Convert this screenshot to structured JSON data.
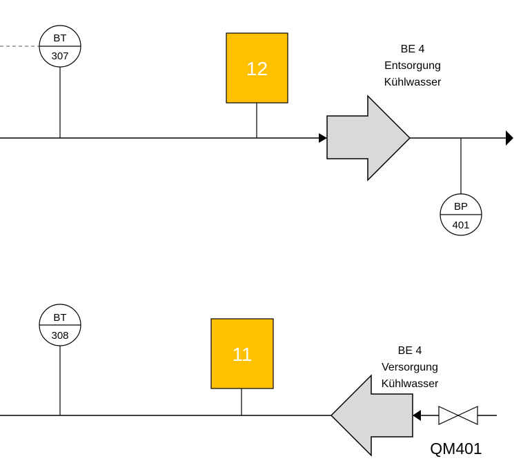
{
  "diagram": {
    "top": {
      "sensor": {
        "tag": "BT",
        "number": "307"
      },
      "marker": "12",
      "endpoint": {
        "line1": "BE 4",
        "line2": "Entsorgung",
        "line3": "Kühlwasser"
      },
      "sensor_right": {
        "tag": "BP",
        "number": "401"
      }
    },
    "bottom": {
      "sensor": {
        "tag": "BT",
        "number": "308"
      },
      "marker": "11",
      "endpoint": {
        "line1": "BE 4",
        "line2": "Versorgung",
        "line3": "Kühlwasser"
      },
      "valve_label": "QM401"
    },
    "colors": {
      "marker_fill": "#FFC000",
      "arrow_fill": "#D9D9D9",
      "line": "#000000"
    }
  }
}
